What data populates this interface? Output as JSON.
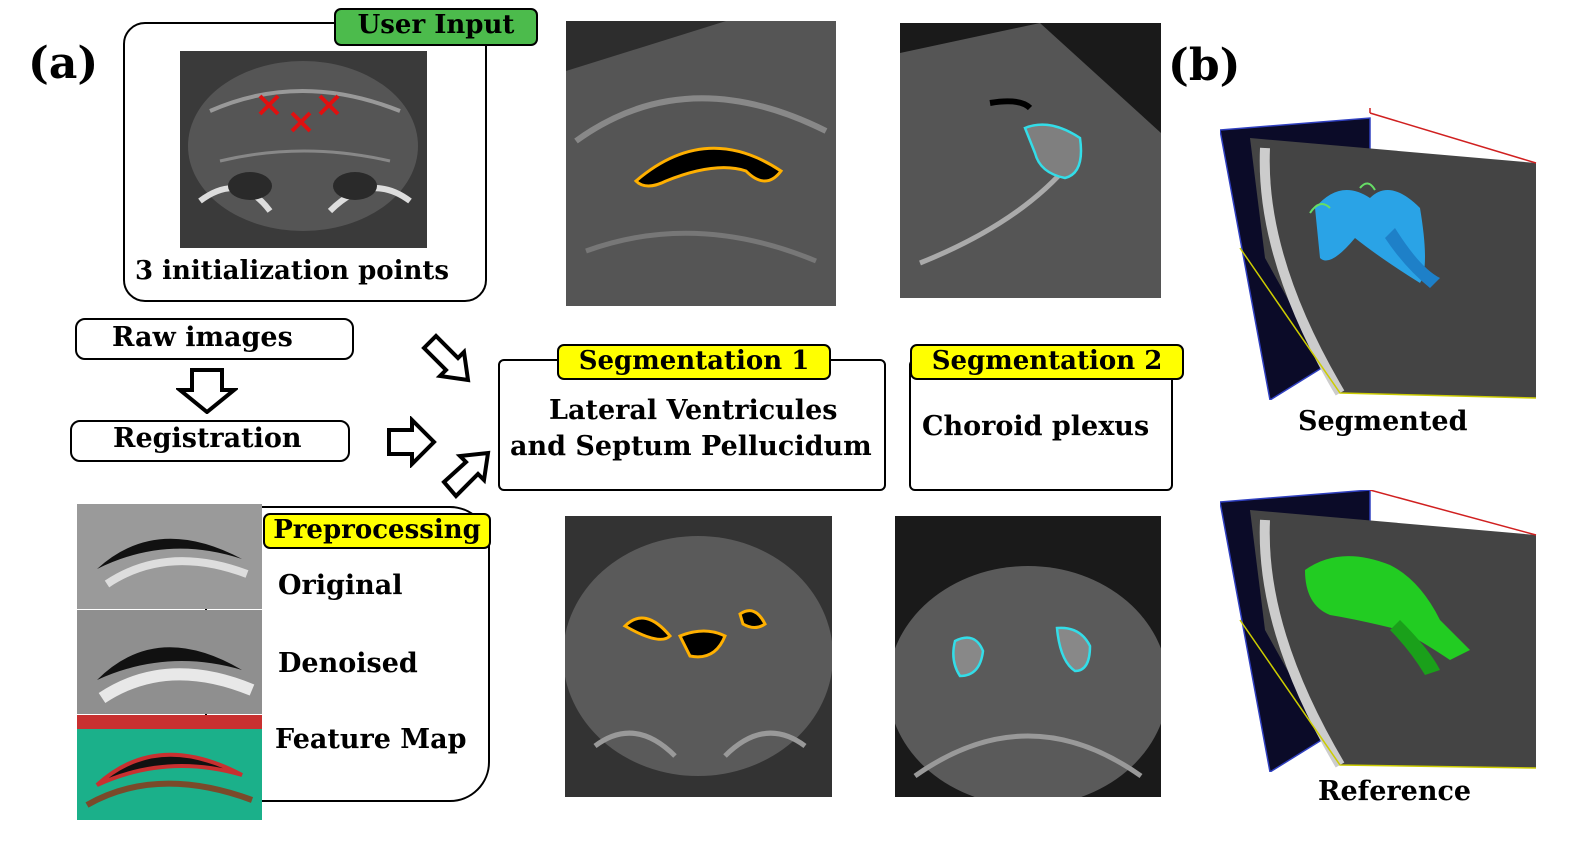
{
  "panels": {
    "a": "(a)",
    "b": "(b)"
  },
  "user_input": {
    "tag": "User Input",
    "caption": "3 initialization points"
  },
  "pipeline": {
    "raw": "Raw images",
    "registration": "Registration"
  },
  "preprocessing": {
    "tag": "Preprocessing",
    "items": [
      "Original",
      "Denoised",
      "Feature Map"
    ]
  },
  "segmentation1": {
    "tag": "Segmentation 1",
    "line1": "Lateral Ventricules",
    "line2": "and Septum Pellucidum"
  },
  "segmentation2": {
    "tag": "Segmentation 2",
    "text": "Choroid plexus"
  },
  "results": {
    "segmented": "Segmented",
    "reference": "Reference"
  },
  "colors": {
    "user_tag": "#4cbb4c",
    "seg_tag": "#ffff00",
    "contour_yellow": "#ffb000",
    "contour_cyan": "#33dde8",
    "mark": "#e01010",
    "seg_blue": "#2aa3e6",
    "ref_green": "#22cc22"
  }
}
